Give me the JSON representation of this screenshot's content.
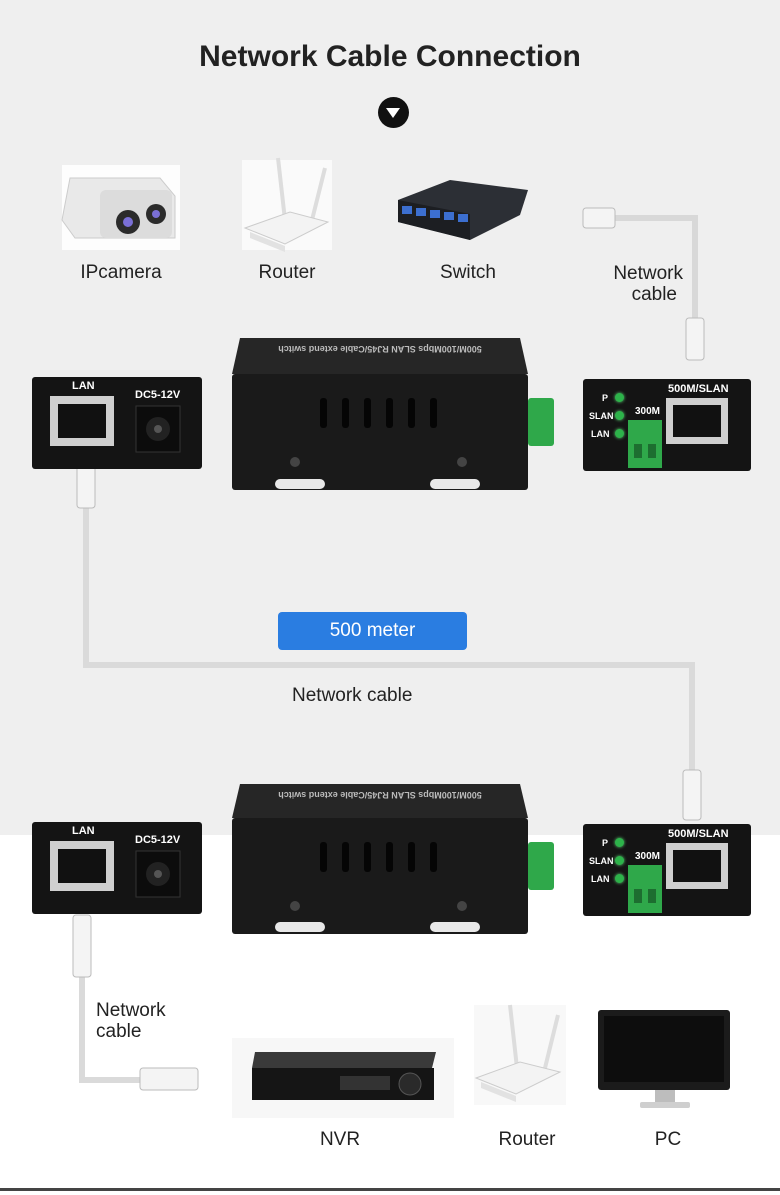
{
  "title": "Network Cable Connection",
  "top_devices": {
    "ipcamera": "IPcamera",
    "router": "Router",
    "switch": "Switch",
    "network_cable_line1": "Network",
    "network_cable_line2": "cable"
  },
  "panel_left": {
    "lan_label": "LAN",
    "dc_label": "DC5-12V"
  },
  "panel_right": {
    "port_label": "500M/SLAN",
    "speed_label": "300M",
    "led_p": "P",
    "led_slan": "SLAN",
    "led_lan": "LAN"
  },
  "device_top_text": "500M/100Mbps SLAN RJ45/Cable extend switch",
  "distance_badge": "500 meter",
  "middle_cable_label": "Network cable",
  "bottom_devices": {
    "network_cable_line1": "Network",
    "network_cable_line2": "cable",
    "nvr": "NVR",
    "router": "Router",
    "pc": "PC"
  },
  "colors": {
    "accent_blue": "#2a7de1",
    "led_green": "#2db34a",
    "terminal_green": "#2fa84a",
    "device_body": "#141414"
  }
}
